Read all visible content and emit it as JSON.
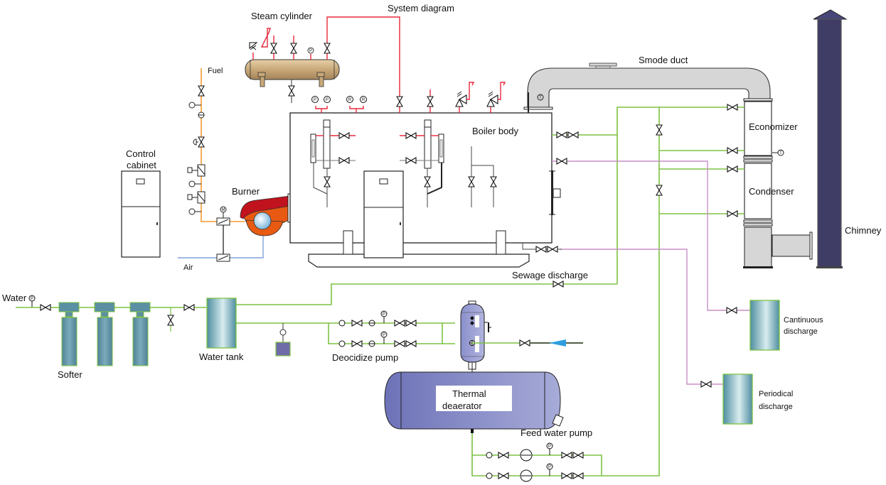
{
  "title": "System diagram",
  "labels": {
    "steam_cylinder": "Steam cylinder",
    "system_diagram": "System diagram",
    "smoke_duct": "Smode duct",
    "fuel": "Fuel",
    "control_cabinet_1": "Control",
    "control_cabinet_2": "cabinet",
    "burner": "Burner",
    "air": "Air",
    "boiler_body": "Boiler body",
    "economizer": "Economizer",
    "condenser": "Condenser",
    "chimney": "Chimney",
    "sewage_discharge": "Sewage discharge",
    "water": "Water",
    "softer": "Softer",
    "water_tank": "Water tank",
    "deocidize_pump": "Deocidize pump",
    "thermal_deaerator_1": "Thermal",
    "thermal_deaerator_2": "deaerator",
    "feed_water_pump": "Feed water pump",
    "continuous_discharge_1": "Cantinuous",
    "continuous_discharge_2": "discharge",
    "periodical_discharge_1": "Periodical",
    "periodical_discharge_2": "discharge"
  },
  "gauges": {
    "pressure": "P",
    "temperature": "T",
    "level": "R",
    "motor": "M"
  },
  "colors": {
    "steam_line": "#e8283a",
    "water_line": "#7dc242",
    "discharge_line": "#c98ec7",
    "fuel_line": "#f59a2e",
    "air_line": "#7ea4d9",
    "chimney": "#3f3d66",
    "duct": "#d6d6d6",
    "steam_cylinder": "#c8a878",
    "tank": "#6fa3b0",
    "deaerator": "#8a8fcb",
    "burner_red": "#c0131e",
    "burner_orange": "#e85a12"
  }
}
